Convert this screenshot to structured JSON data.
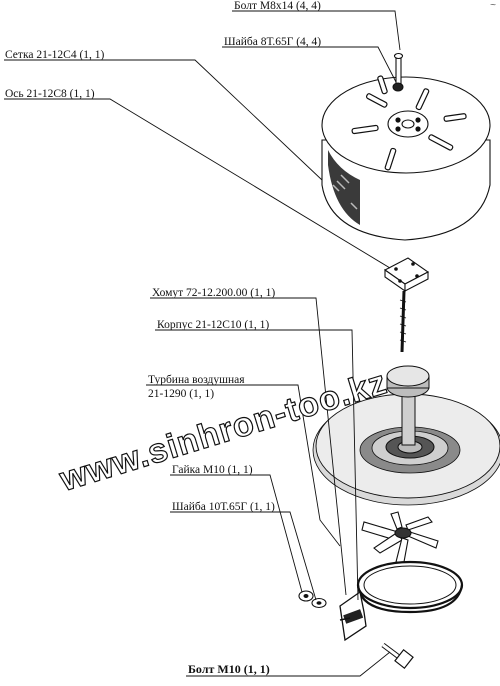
{
  "labels": {
    "bolt_m8": "Болт М8х14 (4, 4)",
    "washer_8": "Шайба 8Т.65Г (4, 4)",
    "mesh": "Сетка 21-12С4 (1, 1)",
    "axis": "Ось 21-12С8 (1, 1)",
    "clamp": "Хомут 72-12.200.00 (1, 1)",
    "housing": "Корпус 21-12С10 (1, 1)",
    "turbine_line1": "Турбина воздушная",
    "turbine_line2": "21-1290 (1, 1)",
    "nut_m10": "Гайка М10 (1, 1)",
    "washer_10": "Шайба 10Т.65Г (1, 1)",
    "bolt_m10": "Болт М10 (1, 1)"
  },
  "watermark": "www.sinhron-too.kz",
  "corner_mark": "~"
}
